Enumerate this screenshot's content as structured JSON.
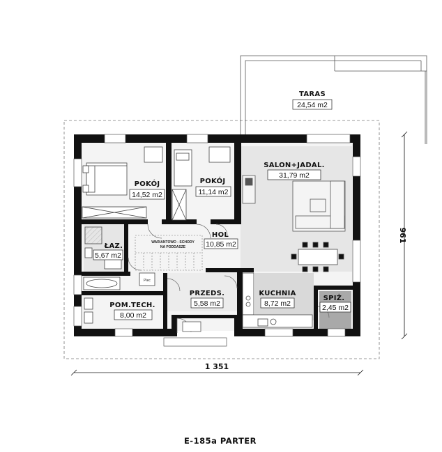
{
  "plan": {
    "title": "E-185a PARTER",
    "dimensions": {
      "width_label": "1 351",
      "depth_label": "961"
    },
    "rooms": {
      "taras": {
        "name": "TARAS",
        "area": "24,54 m2"
      },
      "pokoj1": {
        "name": "POKÓJ",
        "area": "14,52 m2"
      },
      "pokoj2": {
        "name": "POKÓJ",
        "area": "11,14 m2"
      },
      "salon": {
        "name": "SALON+JADAL.",
        "area": "31,79 m2"
      },
      "lazienka": {
        "name": "ŁAZ.",
        "area": "5,67 m2"
      },
      "hol": {
        "name": "HOL",
        "area": "10,85 m2"
      },
      "pomtech": {
        "name": "POM.TECH.",
        "area": "8,00 m2"
      },
      "przeds": {
        "name": "PRZEDS.",
        "area": "5,58 m2"
      },
      "kuchnia": {
        "name": "KUCHNIA",
        "area": "8,72 m2"
      },
      "spiz": {
        "name": "SPIŻ.",
        "area": "2,45 m2"
      }
    },
    "notes": {
      "stairs_line1": "WARIANTOWO - SCHODY",
      "stairs_line2": "NA PODDASZE",
      "boiler": "Piec"
    }
  }
}
